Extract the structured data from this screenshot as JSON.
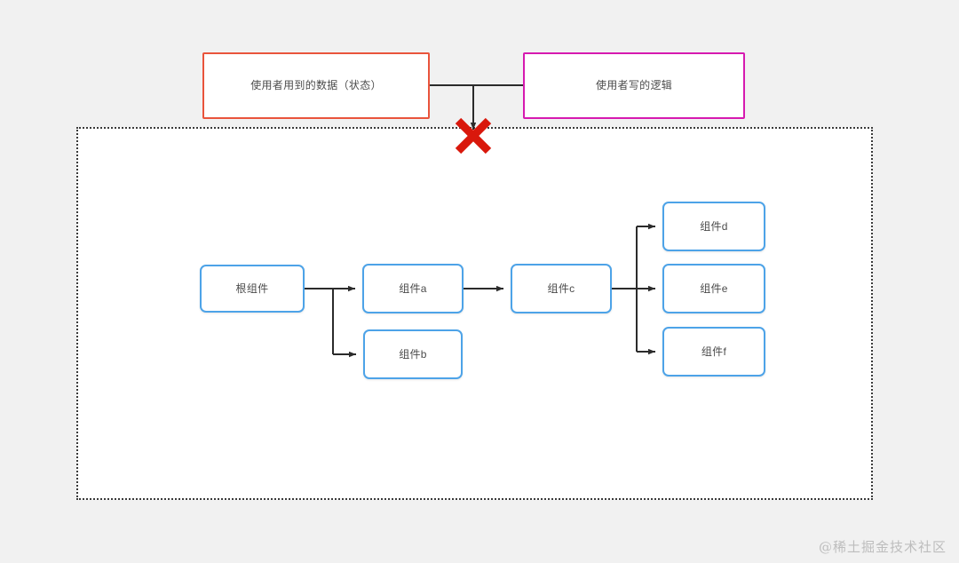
{
  "canvas": {
    "background_color": "#f1f1f1",
    "panel_background_color": "#ffffff"
  },
  "colors": {
    "state_box_border": "#e9543c",
    "logic_box_border": "#d61ab0",
    "component_box_border": "#4da3e8",
    "connector_line": "#2b2b2b",
    "blocked_mark": "#d9180c",
    "dotted_container_border": "#3a3a3a",
    "text": "#4b4b4b",
    "watermark": "#bdbdbd"
  },
  "top_row": {
    "state_box": {
      "label": "使用者用到的数据（状态）",
      "border_color": "#e9543c"
    },
    "logic_box": {
      "label": "使用者写的逻辑",
      "border_color": "#d61ab0"
    },
    "connector": {
      "type": "tee-down-arrow",
      "blocked": true,
      "blocked_mark": "✕"
    }
  },
  "component_tree": {
    "container": {
      "border_style": "dotted"
    },
    "nodes": [
      {
        "id": "root",
        "label": "根组件"
      },
      {
        "id": "a",
        "label": "组件a"
      },
      {
        "id": "b",
        "label": "组件b"
      },
      {
        "id": "c",
        "label": "组件c"
      },
      {
        "id": "d",
        "label": "组件d"
      },
      {
        "id": "e",
        "label": "组件e"
      },
      {
        "id": "f",
        "label": "组件f"
      }
    ],
    "edges": [
      {
        "from": "root",
        "to": "a"
      },
      {
        "from": "root",
        "to": "b"
      },
      {
        "from": "a",
        "to": "c"
      },
      {
        "from": "c",
        "to": "d"
      },
      {
        "from": "c",
        "to": "e"
      },
      {
        "from": "c",
        "to": "f"
      }
    ]
  },
  "watermark": {
    "text": "@稀土掘金技术社区"
  }
}
